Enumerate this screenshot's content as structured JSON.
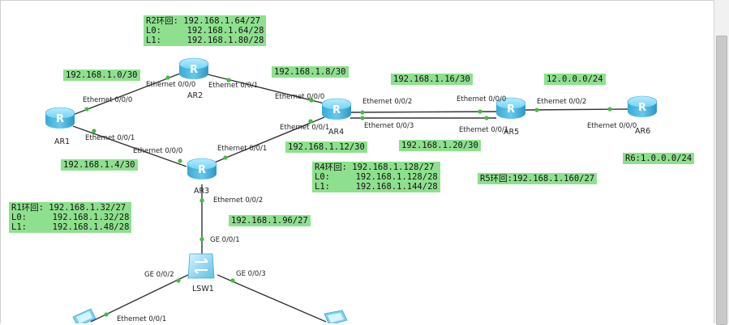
{
  "devices": {
    "ar1": "AR1",
    "ar2": "AR2",
    "ar3": "AR3",
    "ar4": "AR4",
    "ar5": "AR5",
    "ar6": "AR6",
    "lsw1": "LSW1"
  },
  "labels": {
    "r2": [
      "R2环回: 192.168.1.64/27",
      "L0:     192.168.1.64/28",
      "L1:     192.168.1.80/28"
    ],
    "r1": [
      "R1环回: 192.168.1.32/27",
      "L0:     192.168.1.32/28",
      "L1:     192.168.1.48/28"
    ],
    "r4": [
      "R4环回: 192.168.1.128/27",
      "L0:     192.168.1.128/28",
      "L1:     192.168.1.144/28"
    ],
    "r5": "R5环回:192.168.1.160/27",
    "r6": "R6:1.0.0.0/24",
    "net_ar1_ar2": "192.168.1.0/30",
    "net_ar2_ar4": "192.168.1.8/30",
    "net_ar4_ar5_a": "192.168.1.16/30",
    "net_ar5_ar6": "12.0.0.0/24",
    "net_ar1_ar3": "192.168.1.4/30",
    "net_ar3_ar4": "192.168.1.12/30",
    "net_ar4_ar5_b": "192.168.1.20/30",
    "net_ar3_lsw1": "192.168.1.96/27"
  },
  "ports": {
    "ar1_to_ar2": "Ethernet 0/0/0",
    "ar2_to_ar1": "Ethernet 0/0/0",
    "ar2_to_ar4": "Ethernet 0/0/1",
    "ar4_to_ar2": "Ethernet 0/0/0",
    "ar4_to_ar5_a": "Ethernet 0/0/2",
    "ar5_to_ar4_a": "Ethernet 0/0/0",
    "ar4_to_ar5_b": "Ethernet 0/0/3",
    "ar5_to_ar4_b": "Ethernet 0/0/1",
    "ar5_to_ar6": "Ethernet 0/0/2",
    "ar6_to_ar5": "Ethernet 0/0/0",
    "ar1_to_ar3": "Ethernet 0/0/1",
    "ar3_to_ar1": "Ethernet 0/0/0",
    "ar3_to_ar4": "Ethernet 0/0/1",
    "ar4_to_ar3": "Ethernet 0/0/1",
    "ar3_to_lsw1": "Ethernet 0/0/2",
    "lsw1_to_ar3": "GE 0/0/1",
    "lsw1_left": "GE 0/0/2",
    "lsw1_right": "GE 0/0/3",
    "pc_left": "Ethernet 0/0/1"
  },
  "colors": {
    "label_bg": "#8ee08e",
    "router_body": "#5cc4e8",
    "link": "#333333",
    "port_dot": "#44bb44"
  }
}
